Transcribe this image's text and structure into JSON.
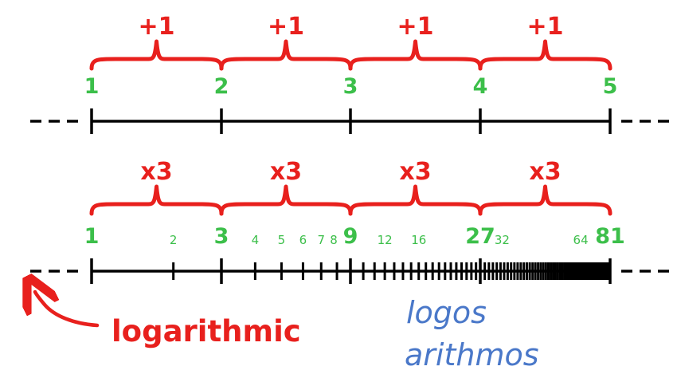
{
  "colors": {
    "brace": "#e8201d",
    "tick_label": "#3cbf4a",
    "axis": "#000000",
    "note": "#e8201d",
    "etymology": "#4a78c9"
  },
  "linear": {
    "step_label": "+1",
    "ticks": [
      "1",
      "2",
      "3",
      "4",
      "5"
    ]
  },
  "log": {
    "step_label": "x3",
    "major_ticks": [
      "1",
      "3",
      "9",
      "27",
      "81"
    ],
    "minor_labels": [
      {
        "value": 2,
        "label": "2"
      },
      {
        "value": 4,
        "label": "4"
      },
      {
        "value": 5,
        "label": "5"
      },
      {
        "value": 6,
        "label": "6"
      },
      {
        "value": 7,
        "label": "7"
      },
      {
        "value": 8,
        "label": "8"
      },
      {
        "value": 12,
        "label": "12"
      },
      {
        "value": 16,
        "label": "16"
      },
      {
        "value": 32,
        "label": "32"
      },
      {
        "value": 64,
        "label": "64"
      }
    ]
  },
  "annotations": {
    "logarithmic": "logarithmic",
    "logos": "logos",
    "arithmos": "arithmos"
  }
}
